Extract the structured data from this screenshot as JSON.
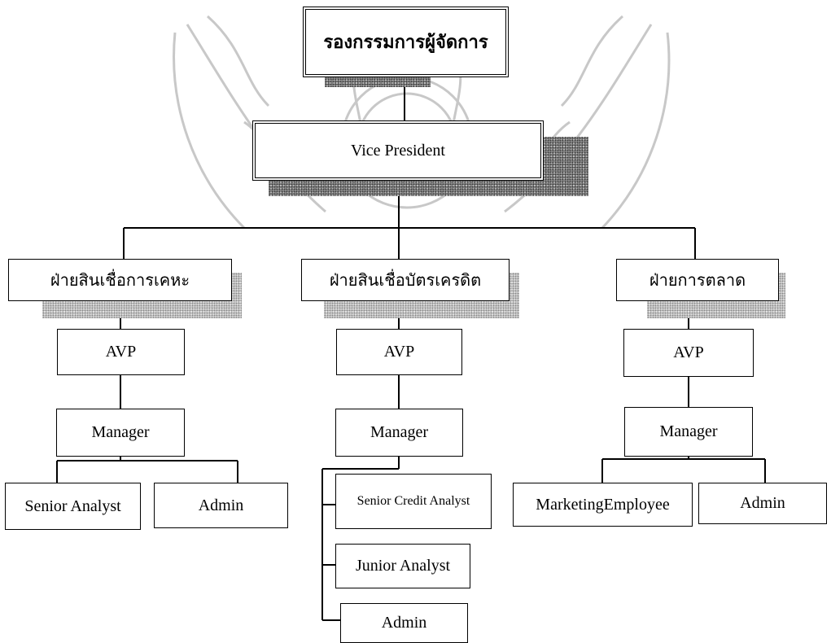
{
  "org_chart": {
    "top": {
      "label": "รองกรรมการผู้จัดการ"
    },
    "vp": {
      "label": "Vice President"
    },
    "departments": [
      {
        "label": "ฝ่ายสินเชื่อการเคหะ",
        "avp": "AVP",
        "manager": "Manager",
        "staff": [
          "Senior Analyst",
          "Admin"
        ]
      },
      {
        "label": "ฝ่ายสินเชื่อบัตรเครดิต",
        "avp": "AVP",
        "manager": "Manager",
        "staff": [
          "Senior Credit Analyst",
          "Junior Analyst",
          "Admin"
        ]
      },
      {
        "label": "ฝ่ายการตลาด",
        "avp": "AVP",
        "manager": "Manager",
        "staff": [
          "MarketingEmployee",
          "Admin"
        ]
      }
    ]
  },
  "colors": {
    "line": "#000000",
    "shadow_dark": "#8d8d8d",
    "shadow_light": "#d9d9d9",
    "watermark": "#c8c8c8"
  }
}
